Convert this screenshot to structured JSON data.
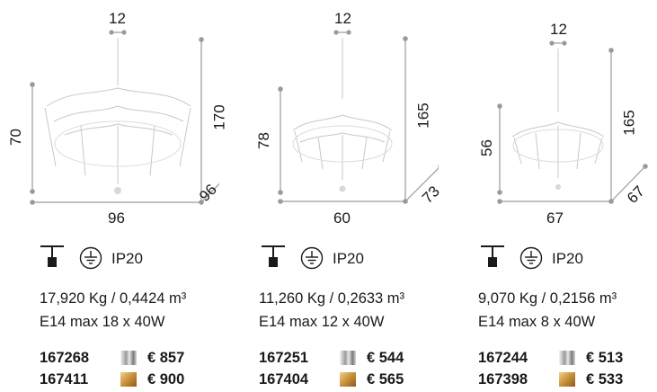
{
  "products": [
    {
      "top_dim": "12",
      "height_dim": "70",
      "total_height_dim": "170",
      "width_dim": "96",
      "depth_dim": "96",
      "ip_rating": "IP20",
      "weight_volume": "17,920 Kg / 0,4424 m³",
      "bulb": "E14 max 18 x 40W",
      "variants": [
        {
          "code": "167268",
          "finish": "chrome",
          "price": "€ 857"
        },
        {
          "code": "167411",
          "finish": "gold",
          "price": "€ 900"
        }
      ]
    },
    {
      "top_dim": "12",
      "height_dim": "78",
      "total_height_dim": "165",
      "width_dim": "60",
      "depth_dim": "73",
      "ip_rating": "IP20",
      "weight_volume": "11,260 Kg / 0,2633 m³",
      "bulb": "E14 max 12 x 40W",
      "variants": [
        {
          "code": "167251",
          "finish": "chrome",
          "price": "€ 544"
        },
        {
          "code": "167404",
          "finish": "gold",
          "price": "€ 565"
        }
      ]
    },
    {
      "top_dim": "12",
      "height_dim": "56",
      "total_height_dim": "165",
      "width_dim": "67",
      "depth_dim": "67",
      "ip_rating": "IP20",
      "weight_volume": "9,070 Kg / 0,2156 m³",
      "bulb": "E14 max 8 x 40W",
      "variants": [
        {
          "code": "167244",
          "finish": "chrome",
          "price": "€ 513"
        },
        {
          "code": "167398",
          "finish": "gold",
          "price": "€ 533"
        }
      ]
    }
  ]
}
